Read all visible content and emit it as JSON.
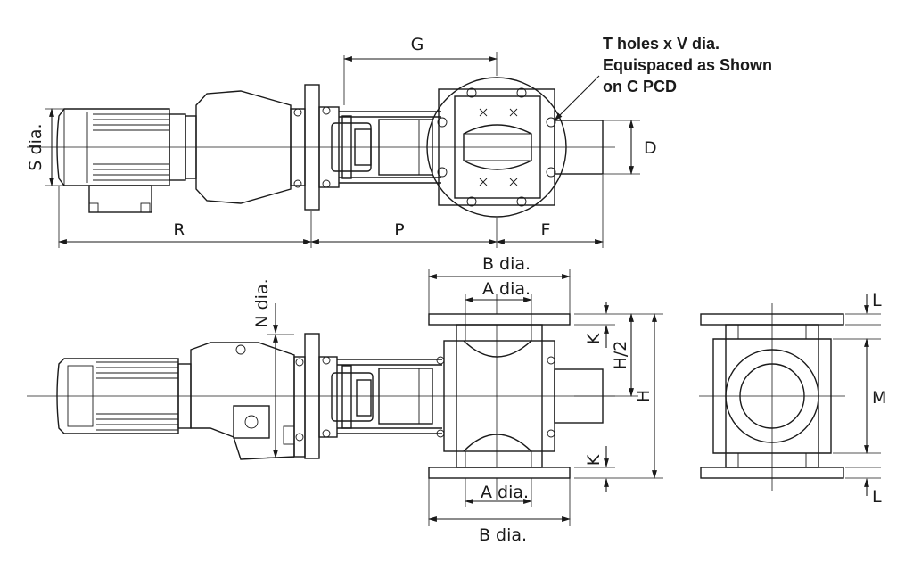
{
  "note": {
    "line1": "T holes x V dia.",
    "line2": "Equispaced as Shown",
    "line3": "on C PCD"
  },
  "top_view": {
    "labels": {
      "g": "G",
      "s": "S dia.",
      "d": "D",
      "r": "R",
      "p": "P",
      "f": "F"
    }
  },
  "front_view": {
    "labels": {
      "b_top": "B dia.",
      "a_top": "A dia.",
      "n": "N dia.",
      "k_top": "K",
      "h_half": "H/2",
      "h": "H",
      "k_bottom": "K",
      "a_bottom": "A dia.",
      "b_bottom": "B dia."
    }
  },
  "side_view": {
    "labels": {
      "l_top": "L",
      "m": "M",
      "l_bottom": "L"
    }
  }
}
